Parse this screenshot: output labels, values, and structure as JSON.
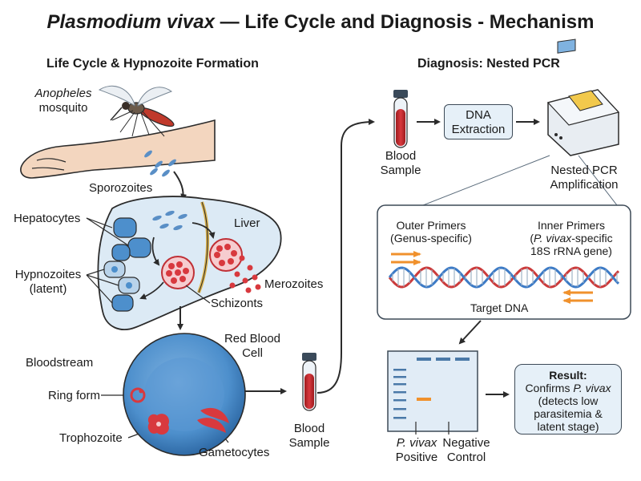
{
  "title": {
    "italic": "Plasmodium vivax",
    "rest": " — Life Cycle and Diagnosis - Mechanism"
  },
  "left_panel": {
    "heading": "Life Cycle & Hypnozoite Formation",
    "mosquito_italic": "Anopheles",
    "mosquito": "mosquito",
    "sporozoites": "Sporozoites",
    "hepatocytes": "Hepatocytes",
    "liver": "Liver",
    "hypnozoites_1": "Hypnozoites",
    "hypnozoites_2": "(latent)",
    "merozoites": "Merozoites",
    "schizonts": "Schizonts",
    "rbc_1": "Red Blood",
    "rbc_2": "Cell",
    "bloodstream": "Bloodstream",
    "ring_form": "Ring form",
    "trophozoite": "Trophozoite",
    "gametocytes": "Gametocytes",
    "blood_sample_1": "Blood",
    "blood_sample_2": "Sample"
  },
  "right_panel": {
    "heading": "Diagnosis: Nested PCR",
    "blood_sample_1": "Blood",
    "blood_sample_2": "Sample",
    "dna_extraction_1": "DNA",
    "dna_extraction_2": "Extraction",
    "nested_pcr_1": "Nested PCR",
    "nested_pcr_2": "Amplification",
    "outer_primers_1": "Outer Primers",
    "outer_primers_2": "(Genus-specific)",
    "inner_primers_1": "Inner Primers",
    "inner_primers_2_italic": "P. vivax",
    "inner_primers_2_rest": "-specific",
    "inner_primers_3": "18S rRNA gene)",
    "target_dna": "Target DNA",
    "gel_positive_italic": "P. vivax",
    "gel_positive": "Positive",
    "gel_negative_1": "Negative",
    "gel_negative_2": "Control",
    "result_heading": "Result:",
    "result_1": "Confirms ",
    "result_1_italic": "P. vivax",
    "result_2": "(detects low",
    "result_3": "parasitemia &",
    "result_4": "latent stage)"
  },
  "colors": {
    "skin": "#f3d6bf",
    "liver_fill": "#dceaf5",
    "rbc": "#4d8fcc",
    "parasite_red": "#d8393e",
    "primer_orange": "#f0912c",
    "dna_red": "#cc3b3b",
    "dna_blue": "#3d7bc6",
    "gel_fill": "#e1ecf6",
    "gel_band": "#4a79a8",
    "box_fill": "#e6f0f8"
  }
}
